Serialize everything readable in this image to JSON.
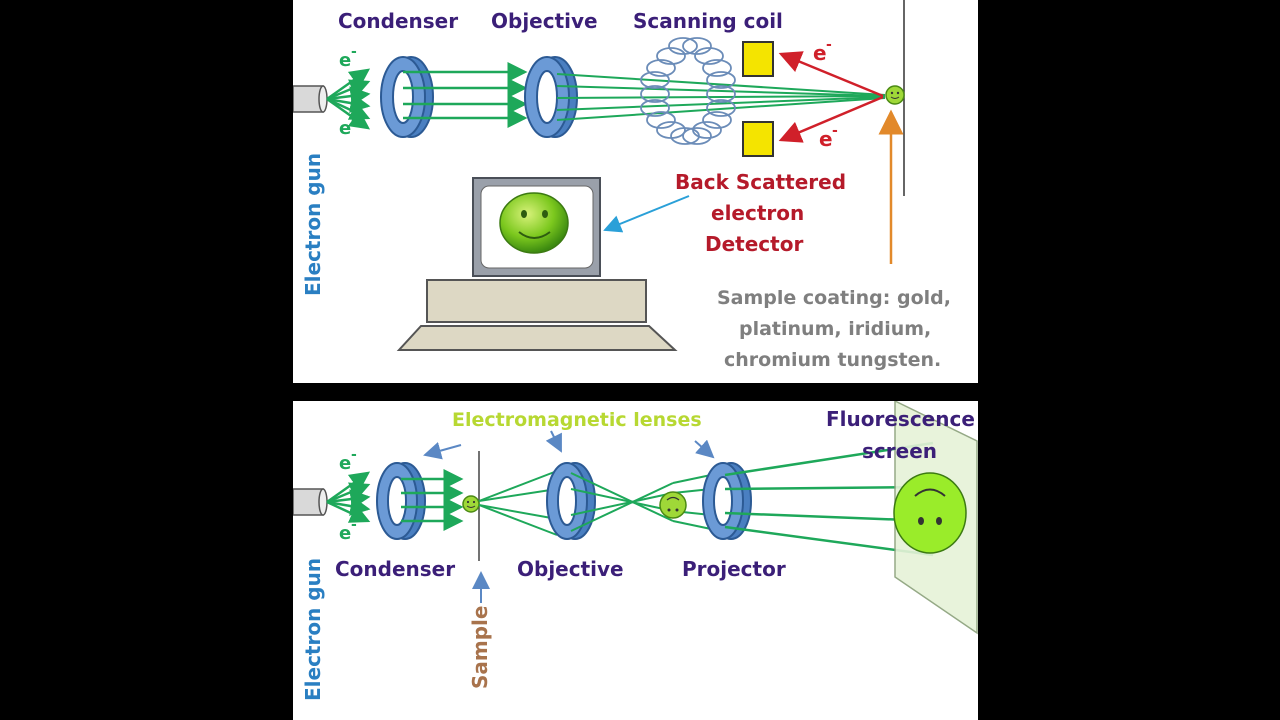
{
  "top": {
    "condenser": "Condenser",
    "objective": "Objective",
    "scanning_coil": "Scanning coil",
    "electron_gun": "Electron gun",
    "e_label": "e",
    "e_sup": "-",
    "detector": [
      "Back Scattered",
      "electron",
      "Detector"
    ],
    "coating": [
      "Sample coating: gold,",
      "platinum, iridium,",
      "chromium tungsten."
    ]
  },
  "bottom": {
    "lenses": "Electromagnetic lenses",
    "fluorescence": [
      "Fluorescence",
      "screen"
    ],
    "condenser": "Condenser",
    "objective": "Objective",
    "projector": "Projector",
    "sample": "Sample",
    "electron_gun": "Electron gun",
    "e_label": "e",
    "e_sup": "-"
  },
  "colors": {
    "title_purple": "#3b1f78",
    "beam_green": "#1ea85a",
    "lens_blue": "#4a7fc1",
    "arrow_red": "#d0202a",
    "label_red": "#b51a2a",
    "gun_blue": "#2a7fc2",
    "gray_text": "#7f7f7f",
    "lime": "#b7d832",
    "sample_brown": "#a8734c",
    "orange_arrow": "#e2892a"
  }
}
